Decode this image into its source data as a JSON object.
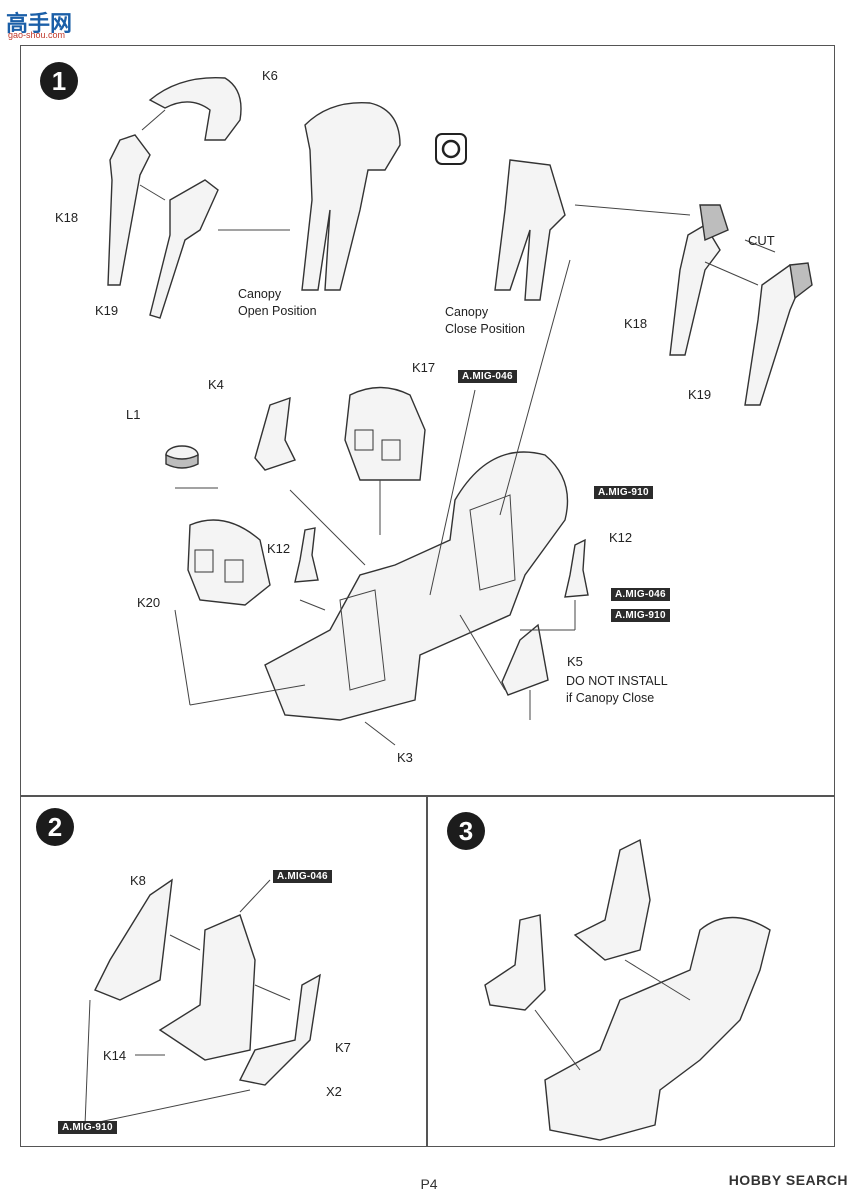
{
  "watermark": {
    "top": "高手网",
    "top_sub": "gao-shou.com",
    "bottom": "HOBBY SEARCH"
  },
  "page_number": "P4",
  "steps": [
    {
      "number": "1"
    },
    {
      "number": "2"
    },
    {
      "number": "3"
    }
  ],
  "step1": {
    "parts": [
      "K6",
      "K18",
      "K19",
      "K18",
      "K19",
      "K4",
      "K17",
      "L1",
      "K20",
      "K12",
      "K12",
      "K5",
      "K3"
    ],
    "cut_label": "CUT",
    "canopy_open": [
      "Canopy",
      "Open Position"
    ],
    "canopy_close": [
      "Canopy",
      "Close Position"
    ],
    "paints": [
      "A.MIG-046",
      "A.MIG-910",
      "A.MIG-046",
      "A.MIG-910"
    ],
    "note": [
      "DO NOT INSTALL",
      "if Canopy Close"
    ]
  },
  "step2": {
    "parts": [
      "K8",
      "K14",
      "K7"
    ],
    "quantity": "X2",
    "paints": [
      "A.MIG-046",
      "A.MIG-910"
    ]
  }
}
